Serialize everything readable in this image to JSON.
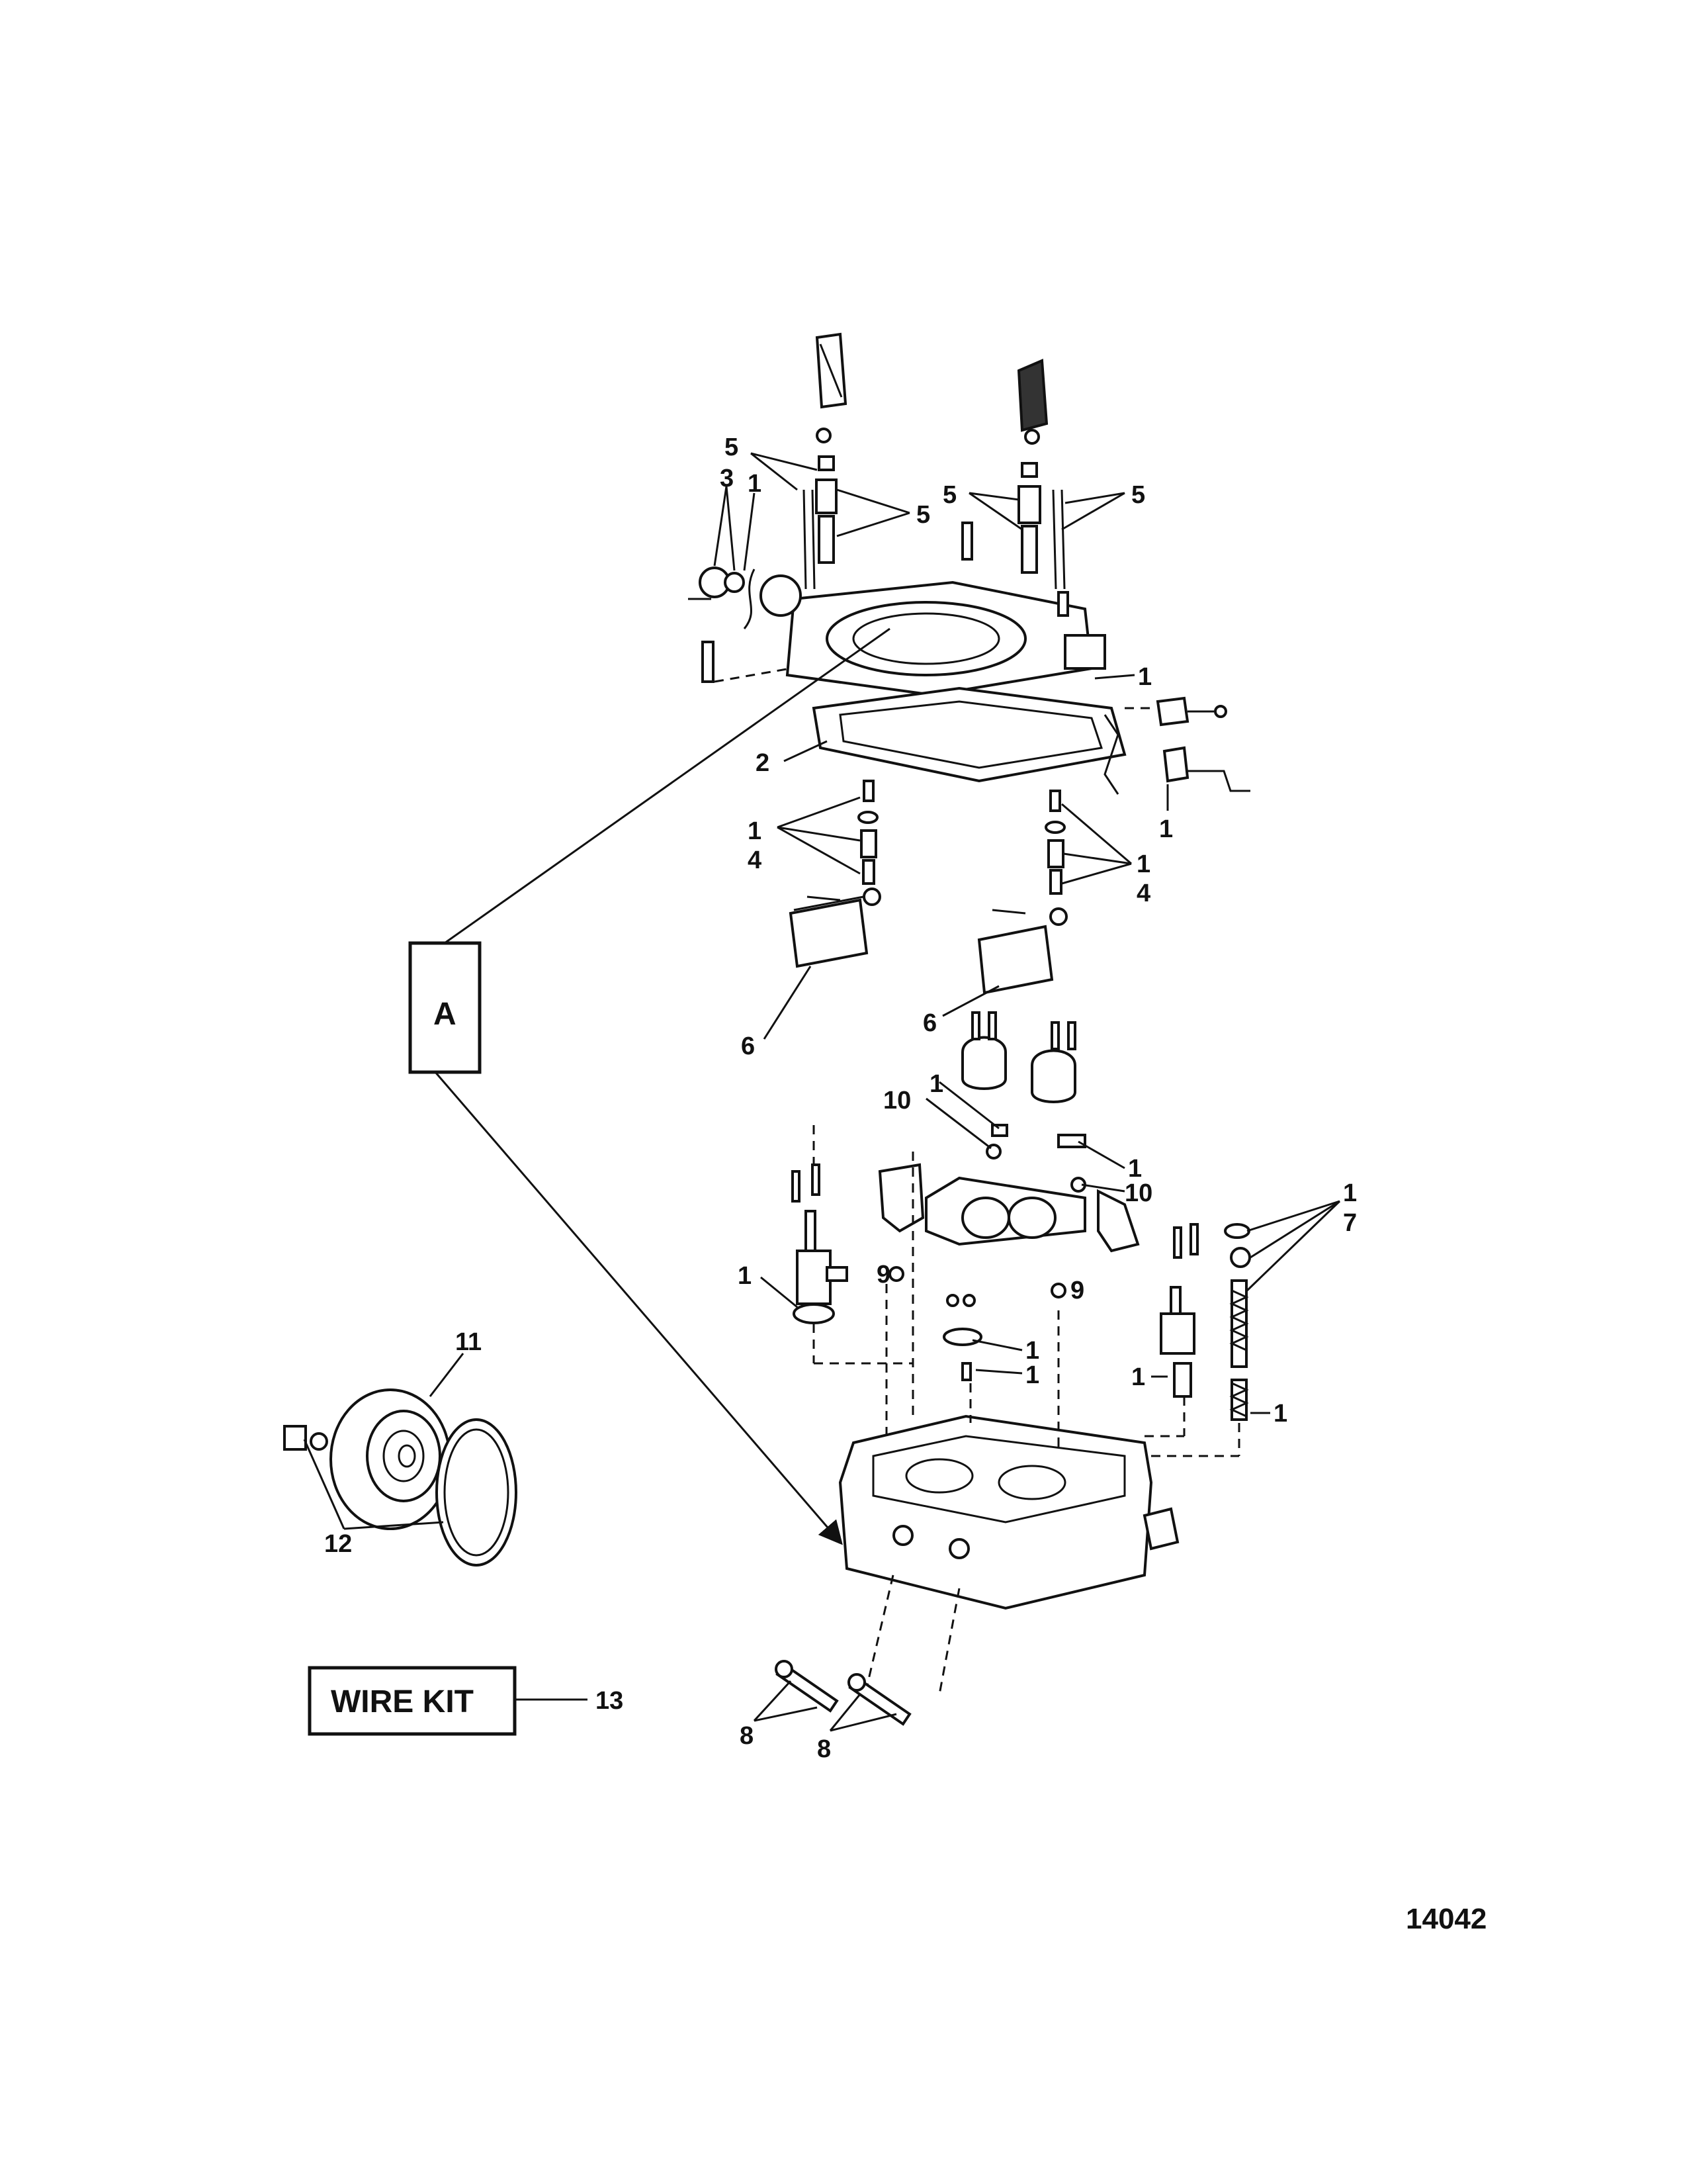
{
  "callouts": {
    "c1": "1",
    "c2": "2",
    "c3": "3",
    "c4": "4",
    "c5": "5",
    "c6": "6",
    "c7": "7",
    "c8": "8",
    "c9": "9",
    "c10": "10",
    "c11": "11",
    "c12": "12",
    "c13": "13"
  },
  "box_a_label": "A",
  "wire_kit_label": "WIRE KIT",
  "figure_number": "14042"
}
